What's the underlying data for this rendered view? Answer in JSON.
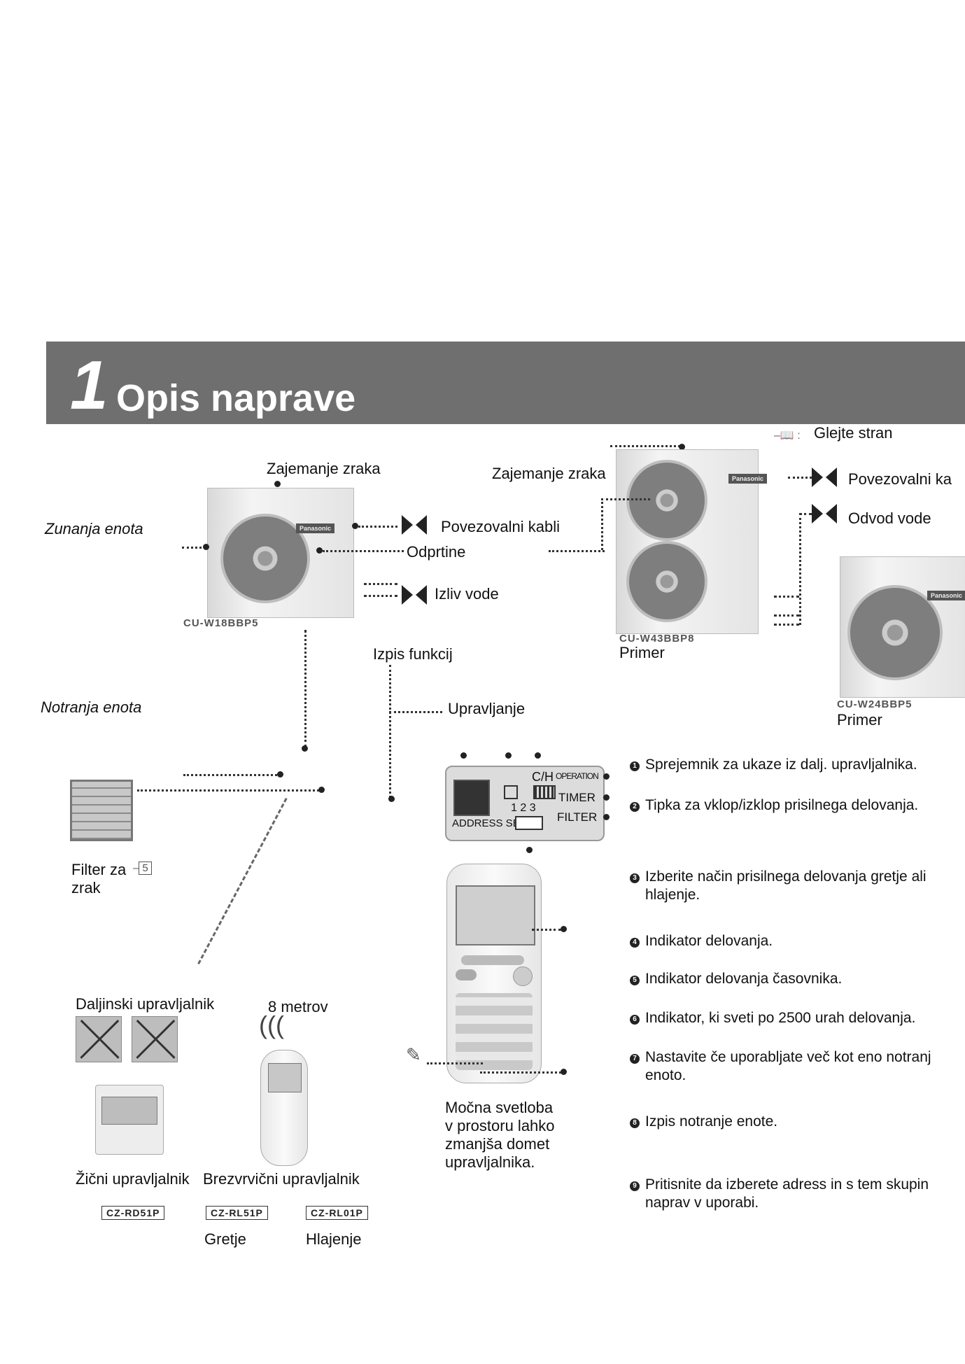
{
  "header": {
    "number": "1",
    "title": "Opis naprave"
  },
  "legend": {
    "glejte": "Glejte stran"
  },
  "outdoor": {
    "section_label": "Zunanja enota",
    "air_intake_1": "Zajemanje zraka",
    "air_intake_2": "Zajemanje zraka",
    "connect_cables_1": "Povezovalni kabli",
    "connect_cables_2": "Povezovalni ka",
    "vents": "Odprtine",
    "water_spout": "Izliv vode",
    "water_drain": "Odvod vode",
    "model_1": "CU-W18BBP5",
    "model_2": "CU-W43BBP8",
    "model_3": "CU-W24BBP5",
    "example_1": "Primer",
    "example_2": "Primer",
    "brand": "Panasonic"
  },
  "indoor": {
    "section_label": "Notranja enota",
    "function_display": "Izpis funkcij",
    "control": "Upravljanje",
    "filter_label_1": "Filter za",
    "filter_label_2": "zrak",
    "filter_ref": "5"
  },
  "panel": {
    "operation": "OPERATION",
    "timer": "TIMER",
    "filter": "FILTER",
    "ch": "C/H",
    "address_set": "ADDRESS SET",
    "digits": "1 2 3"
  },
  "remote_section": {
    "wireless_label": "Daljinski upravljalnik",
    "distance": "8 metrov",
    "wired": "Žični upravljalnik",
    "wireless": "Brezvrvični upravljalnik",
    "code_1": "CZ-RD51P",
    "code_2": "CZ-RL51P",
    "code_3": "CZ-RL01P",
    "heating": "Gretje",
    "cooling": "Hlajenje",
    "note_1": "Močna svetloba",
    "note_2": "v prostoru lahko",
    "note_3": "zmanjša domet",
    "note_4": "upravljalnika."
  },
  "descriptions": [
    {
      "n": "1",
      "line1": "Sprejemnik za ukaze iz dalj. upravljalnika.",
      "line2": ""
    },
    {
      "n": "2",
      "line1": "Tipka za vklop/izklop prisilnega delovanja.",
      "line2": ""
    },
    {
      "n": "3",
      "line1": "Izberite način prisilnega delovanja gretje ali",
      "line2": "hlajenje."
    },
    {
      "n": "4",
      "line1": "Indikator delovanja.",
      "line2": ""
    },
    {
      "n": "5",
      "line1": "Indikator delovanja časovnika.",
      "line2": ""
    },
    {
      "n": "6",
      "line1": "Indikator, ki sveti po 2500 urah delovanja.",
      "line2": ""
    },
    {
      "n": "7",
      "line1": "Nastavite če uporabljate več kot eno notranj",
      "line2": "enoto."
    },
    {
      "n": "8",
      "line1": "Izpis notranje enote.",
      "line2": ""
    },
    {
      "n": "9",
      "line1": "Pritisnite da izberete adress in s tem skupin",
      "line2": "naprav v uporabi."
    }
  ]
}
